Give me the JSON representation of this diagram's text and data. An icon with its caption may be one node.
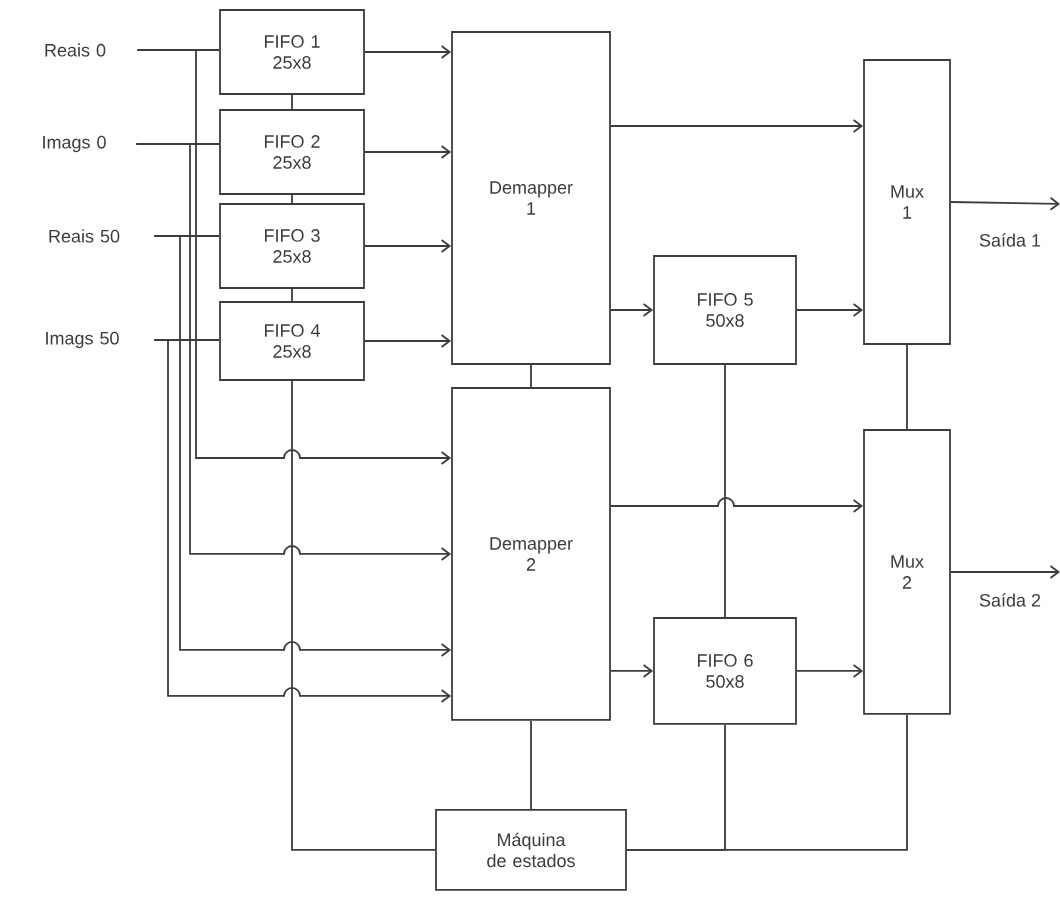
{
  "diagram": {
    "nodes": [
      {
        "text": [
          "Reais 0"
        ]
      },
      {
        "text": [
          "Imags 0"
        ]
      },
      {
        "text": [
          "Reais 50"
        ]
      },
      {
        "text": [
          "Imags 50"
        ]
      },
      {
        "text": [
          "FIFO 1",
          "25x8"
        ]
      },
      {
        "text": [
          "FIFO 2",
          "25x8"
        ]
      },
      {
        "text": [
          "FIFO 3",
          "25x8"
        ]
      },
      {
        "text": [
          "FIFO 4",
          "25x8"
        ]
      },
      {
        "text": [
          "Demapper 1"
        ]
      },
      {
        "text": [
          "Demapper 2"
        ]
      },
      {
        "text": [
          "FIFO 5",
          "50x8"
        ]
      },
      {
        "text": [
          "FIFO 6",
          "50x8"
        ]
      },
      {
        "text": [
          "Mux 1"
        ]
      },
      {
        "text": [
          "Mux 2"
        ]
      },
      {
        "text": [
          "Máquina de estados"
        ]
      }
    ],
    "edges": [
      {
        "from": 0,
        "to": 4,
        "arrow": "none"
      },
      {
        "from": 1,
        "to": 5,
        "arrow": "none"
      },
      {
        "from": 2,
        "to": 6,
        "arrow": "none"
      },
      {
        "from": 3,
        "to": 7,
        "arrow": "none"
      },
      {
        "from": 4,
        "to": 8,
        "arrow": "to"
      },
      {
        "from": 5,
        "to": 8,
        "arrow": "to"
      },
      {
        "from": 6,
        "to": 8,
        "arrow": "to"
      },
      {
        "from": 7,
        "to": 8,
        "arrow": "to"
      },
      {
        "from": 0,
        "to": 9,
        "arrow": "to"
      },
      {
        "from": 1,
        "to": 9,
        "arrow": "to"
      },
      {
        "from": 2,
        "to": 9,
        "arrow": "to"
      },
      {
        "from": 3,
        "to": 9,
        "arrow": "to"
      },
      {
        "from": 4,
        "to": 5,
        "arrow": "none"
      },
      {
        "from": 5,
        "to": 6,
        "arrow": "none"
      },
      {
        "from": 6,
        "to": 7,
        "arrow": "none"
      },
      {
        "from": 7,
        "to": 14,
        "arrow": "none"
      },
      {
        "from": 8,
        "to": 9,
        "arrow": "none"
      },
      {
        "from": 9,
        "to": 14,
        "arrow": "none"
      },
      {
        "from": 8,
        "to": 12,
        "arrow": "to"
      },
      {
        "from": 8,
        "to": 10,
        "arrow": "to"
      },
      {
        "from": 10,
        "to": 12,
        "arrow": "to"
      },
      {
        "from": 9,
        "to": 13,
        "arrow": "to"
      },
      {
        "from": 9,
        "to": 11,
        "arrow": "to"
      },
      {
        "from": 11,
        "to": 13,
        "arrow": "to"
      },
      {
        "from": 10,
        "to": 11,
        "arrow": "none"
      },
      {
        "from": 12,
        "to": 13,
        "arrow": "none"
      },
      {
        "from": 14,
        "to": 11,
        "arrow": "none"
      },
      {
        "from": 14,
        "to": 13,
        "arrow": "none"
      },
      {
        "from": 12,
        "to": null,
        "arrow": "to",
        "label": "Saída 1"
      },
      {
        "from": 13,
        "to": null,
        "arrow": "to",
        "label": "Saída 2"
      }
    ]
  }
}
